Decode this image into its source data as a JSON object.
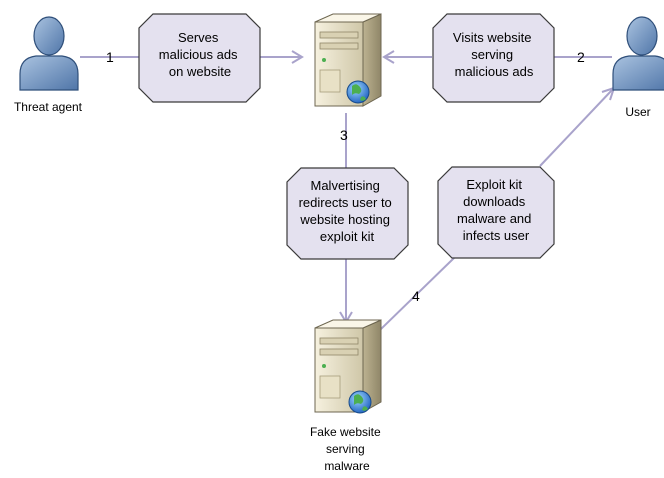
{
  "nodes": {
    "threat_agent": {
      "label": "Threat agent"
    },
    "user": {
      "label": "User"
    },
    "fake_server": {
      "label_lines": [
        "Fake website",
        "serving",
        "malware"
      ]
    }
  },
  "steps": {
    "serves_ads": {
      "lines": [
        "Serves",
        "malicious ads",
        "on website"
      ]
    },
    "visits_site": {
      "lines": [
        "Visits website",
        "serving",
        "malicious ads"
      ]
    },
    "malvertising": {
      "lines": [
        "Malvertising",
        "redirects user to",
        "website hosting",
        "exploit kit"
      ]
    },
    "exploit_kit": {
      "lines": [
        "Exploit kit",
        "downloads",
        "malware and",
        "infects user"
      ]
    }
  },
  "step_numbers": {
    "one": "1",
    "two": "2",
    "three": "3",
    "four": "4"
  },
  "colors": {
    "box_fill": "#e4e1ef",
    "box_stroke": "#3a3a3a",
    "arrow": "#a9a3cb",
    "person_fill": "#7d9dc5",
    "server_body": "#ece6cf"
  }
}
